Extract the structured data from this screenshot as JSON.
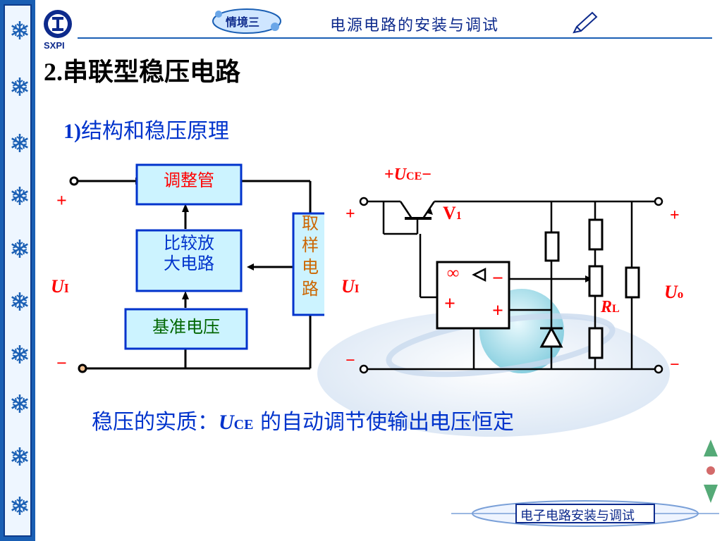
{
  "header": {
    "badge": "情境三",
    "title": "电源电路的安装与调试"
  },
  "logo": {
    "text": "SXPI"
  },
  "slide": {
    "title_num": "2.",
    "title_text": "串联型稳压电路",
    "subtitle_num": "1)",
    "subtitle_text": "结构和稳压原理"
  },
  "block_diagram": {
    "adjust_tube": "调整管",
    "comparator_line1": "比较放",
    "comparator_line2": "大电路",
    "reference": "基准电压",
    "sampling": [
      "取",
      "样",
      "电",
      "路"
    ],
    "plus": "+",
    "minus": "−",
    "input_var": "U",
    "input_sub": "I"
  },
  "circuit": {
    "uce_plus": "+",
    "uce_var": "U",
    "uce_sub": "CE",
    "uce_minus": "−",
    "transistor_var": "V",
    "transistor_sub": "1",
    "in_plus": "+",
    "in_minus": "−",
    "in_var": "U",
    "in_sub": "I",
    "out_plus": "+",
    "out_minus": "−",
    "out_var": "U",
    "out_sub": "o",
    "load_var": "R",
    "load_sub": "L",
    "opamp_inf": "∞",
    "opamp_minus": "−",
    "opamp_plus": "+",
    "opamp_out_plus": "+"
  },
  "summary": {
    "prefix": "稳压的实质：",
    "var": "U",
    "sub": "CE",
    "suffix": " 的自动调节使输出电压恒定"
  },
  "footer": {
    "text": "电子电路安装与调试"
  },
  "colors": {
    "sidebar": "#1a5fb4",
    "block_fill": "#ccf3ff",
    "block_border": "#0033cc",
    "red": "#ff0000",
    "blue_text": "#0033cc",
    "sampling_text": "#cc6600",
    "reference_text": "#006600"
  }
}
